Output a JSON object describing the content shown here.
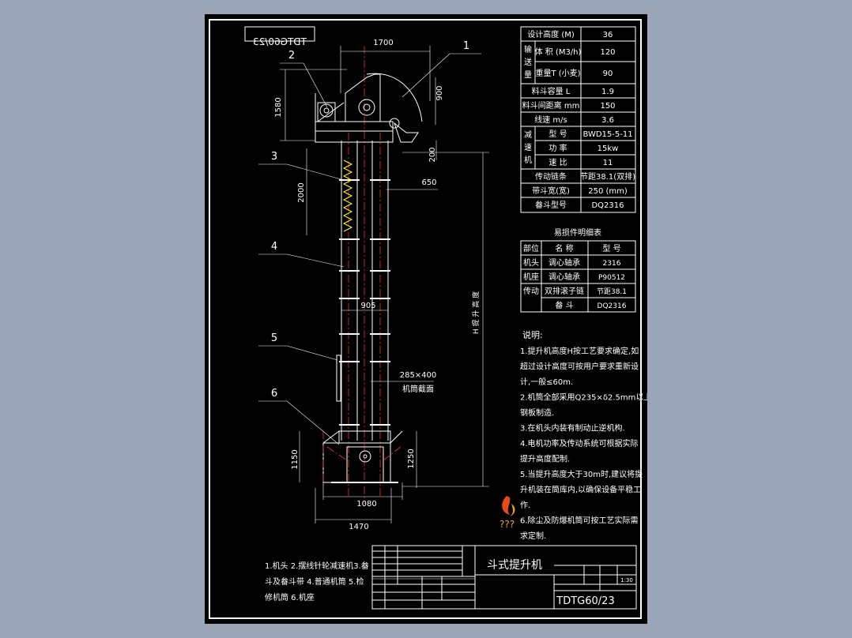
{
  "drawing": {
    "code_rotated": "TDTG60/23",
    "code": "TDTG60/23",
    "title": "斗式提升机",
    "scale": "1:30",
    "balloons": [
      "1",
      "2",
      "3",
      "4",
      "5",
      "6"
    ],
    "dims": {
      "top_width": "1700",
      "head_h": "1580",
      "d900": "900",
      "d200": "200",
      "d650": "650",
      "d2000": "2000",
      "d905": "905",
      "casing": "285×400",
      "casing_label": "机筒截面",
      "d1150": "1150",
      "d1250": "1250",
      "d1080": "1080",
      "d1470": "1470",
      "lift_label": "H 提 升 高 度"
    }
  },
  "specs": {
    "rows": [
      {
        "label": "设计高度 (M)",
        "value": "36"
      },
      {
        "group": "输送量",
        "label": "体 积 (M3/h)",
        "value": "120"
      },
      {
        "group": "输送量",
        "label": "重量T (小麦)",
        "value": "90"
      },
      {
        "label": "料斗容量 L",
        "value": "1.9"
      },
      {
        "label": "料斗间距离 mm",
        "value": "150"
      },
      {
        "label": "线速 m/s",
        "value": "3.6"
      },
      {
        "group": "减速机",
        "label": "型 号",
        "value": "BWD15-5-11"
      },
      {
        "group": "减速机",
        "label": "功 率",
        "value": "15kw"
      },
      {
        "group": "减速机",
        "label": "速 比",
        "value": "11"
      },
      {
        "label": "传动链条",
        "value": "节距38.1(双排)"
      },
      {
        "label": "带斗宽(宽)",
        "value": "250 (mm)"
      },
      {
        "label": "畚斗型号",
        "value": "DQ2316"
      }
    ],
    "groups": [
      "输送量",
      "减速机"
    ]
  },
  "parts": {
    "title": "易损件明细表",
    "headers": [
      "部位",
      "名 称",
      "型 号"
    ],
    "rows": [
      {
        "part": "机头",
        "name": "调心轴承",
        "model": "2316"
      },
      {
        "part": "机座",
        "name": "调心轴承",
        "model": "P90512"
      },
      {
        "part": "传动",
        "name": "双排滚子链",
        "model": "节距38.1"
      },
      {
        "part": "",
        "name": "畚 斗",
        "model": "DQ2316"
      }
    ]
  },
  "notes": {
    "heading": "说明:",
    "lines": [
      "1.提升机高度H按工艺要求确定,如",
      "超过设计高度可按用户要求重新设",
      "计,一般≤60m.",
      "2.机筒全部采用Q235×δ2.5mm以上",
      "钢板制造.",
      "3.在机头内装有制动止逆机构.",
      "4.电机功率及传动系统可根据实际",
      "提升高度配制.",
      "5.当提升高度大于30m时,建议将提",
      "升机装在筒库内,以确保设备平稳工",
      "作.",
      "6.除尘及防爆机筒可按工艺实际需",
      "求定制."
    ]
  },
  "legend": {
    "lines": [
      "1.机头  2.摆线针轮减速机3.畚",
      "斗及畚斗带  4.普通机筒  5.检",
      "修机筒  6.机座"
    ]
  },
  "watermark": "???",
  "colors": {
    "background": "#9aa6b8",
    "sheet": "#000000",
    "line": "#ffffff",
    "center": "#e33333",
    "hatch": "#ffff33"
  }
}
